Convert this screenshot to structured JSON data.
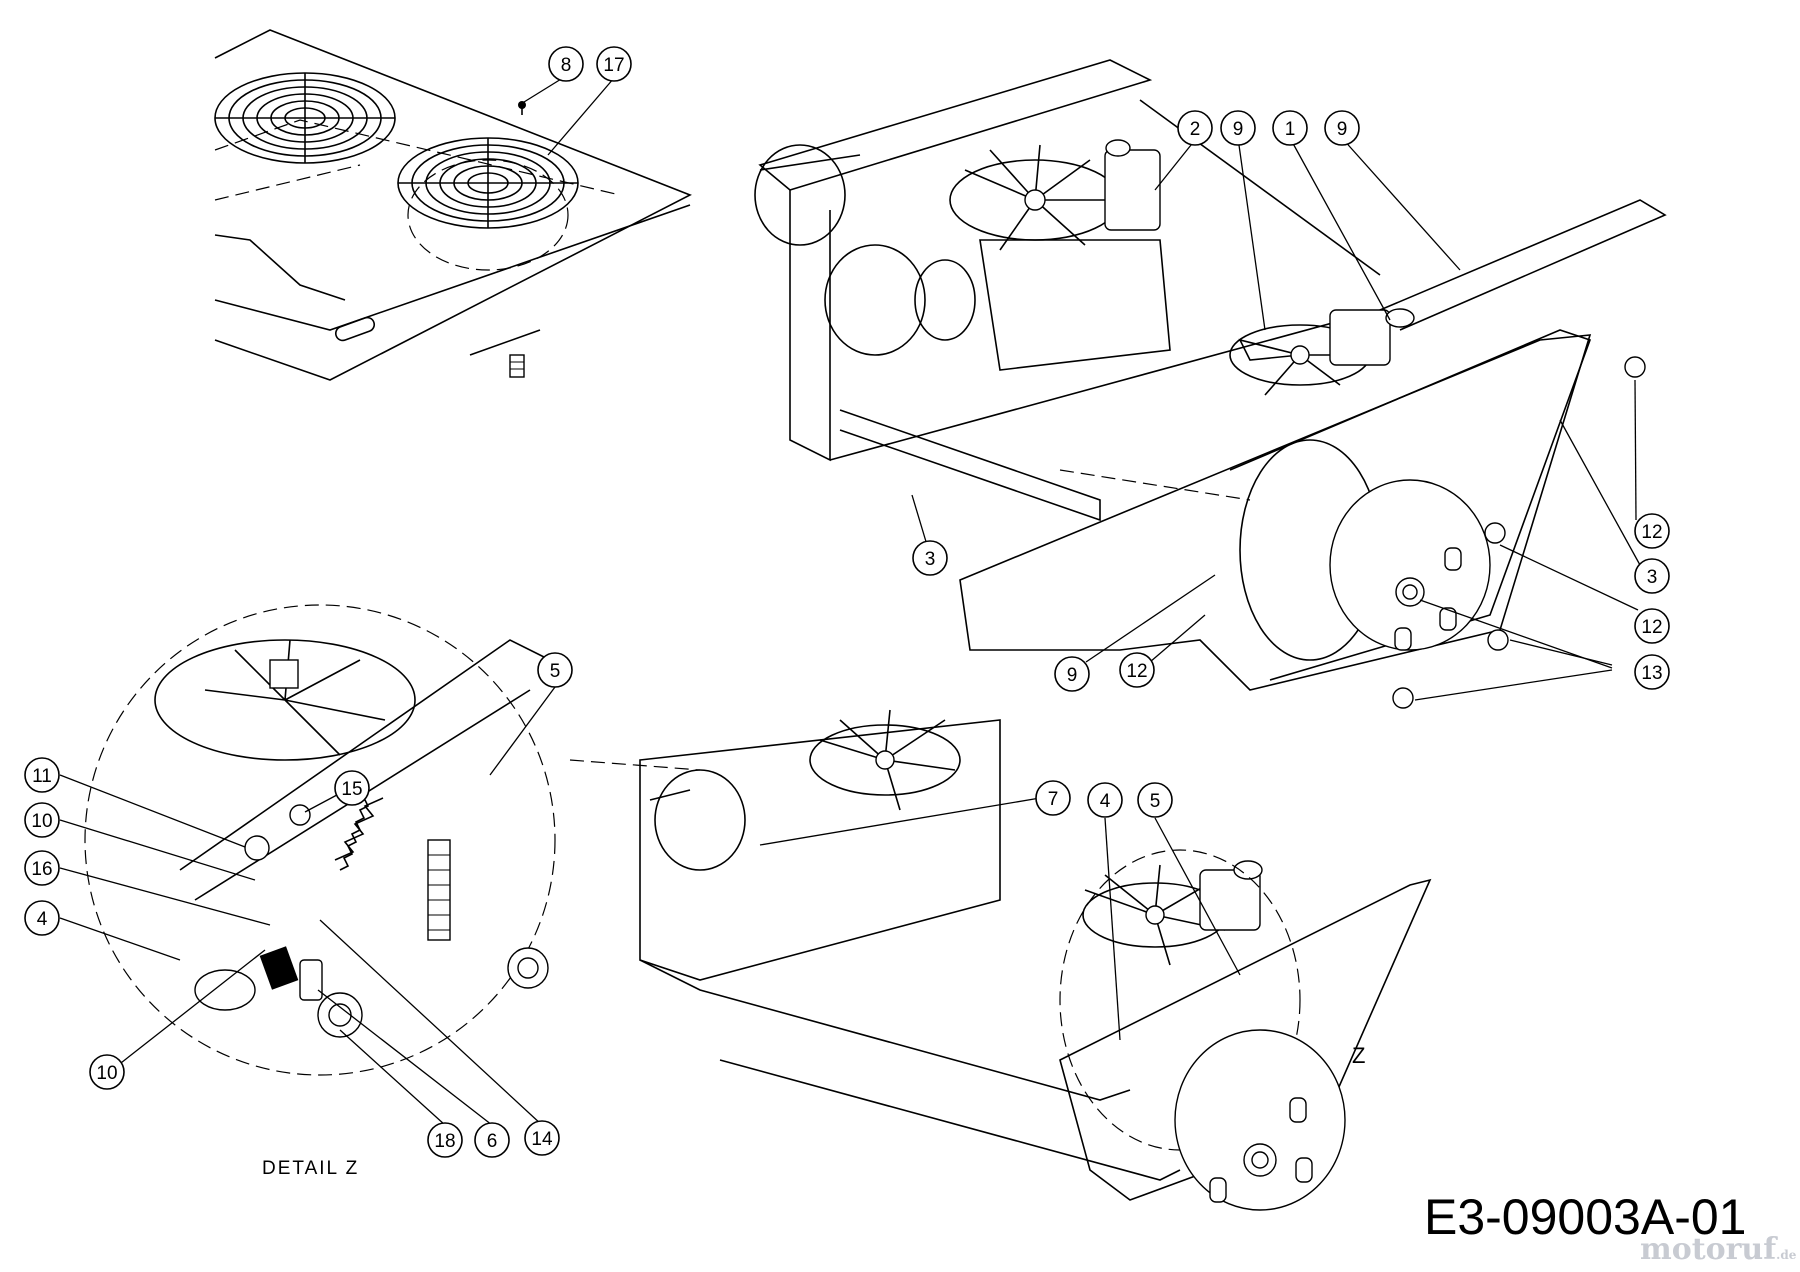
{
  "diagram": {
    "code": "E3-09003A-01",
    "detail_label": "DETAIL Z",
    "view_marker": "Z",
    "watermark": "motoruf",
    "watermark_tld": ".de"
  },
  "callouts": [
    "8",
    "17",
    "2",
    "9",
    "1",
    "9",
    "3",
    "12",
    "3",
    "12",
    "13",
    "9",
    "12",
    "5",
    "11",
    "15",
    "10",
    "16",
    "4",
    "10",
    "18",
    "6",
    "14",
    "7",
    "4",
    "5"
  ]
}
